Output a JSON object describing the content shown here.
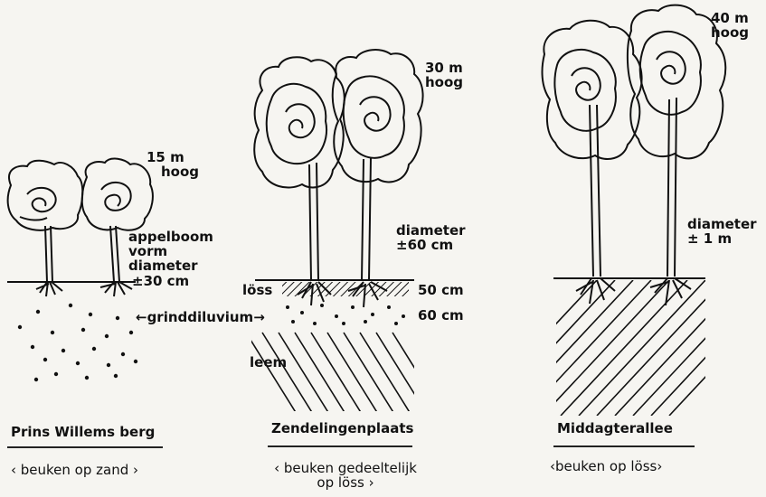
{
  "panels": [
    {
      "height_label": [
        "15 m",
        "hoog"
      ],
      "diameter_label": [
        "appelboom",
        "vorm",
        "diameter",
        "±30 cm"
      ],
      "soil_label": "←grinddiluvium→",
      "title": "Prins Willems berg",
      "subtitle": "‹ beuken op zand ›"
    },
    {
      "height_label": [
        "30 m",
        "hoog"
      ],
      "diameter_label": [
        "diameter",
        "±60 cm"
      ],
      "layer_labels": [
        "löss",
        "leem"
      ],
      "depth_labels": [
        "50 cm",
        "60 cm"
      ],
      "title": "Zendelingenplaats",
      "subtitle": [
        "‹ beuken gedeeltelijk",
        "op löss ›"
      ]
    },
    {
      "height_label": [
        "40 m",
        "hoog"
      ],
      "diameter_label": [
        "diameter",
        "± 1 m"
      ],
      "title": "Middagterallee",
      "subtitle": "‹beuken op löss›"
    }
  ],
  "colors": {
    "ink": "#111111",
    "paper": "#f6f5f1"
  }
}
